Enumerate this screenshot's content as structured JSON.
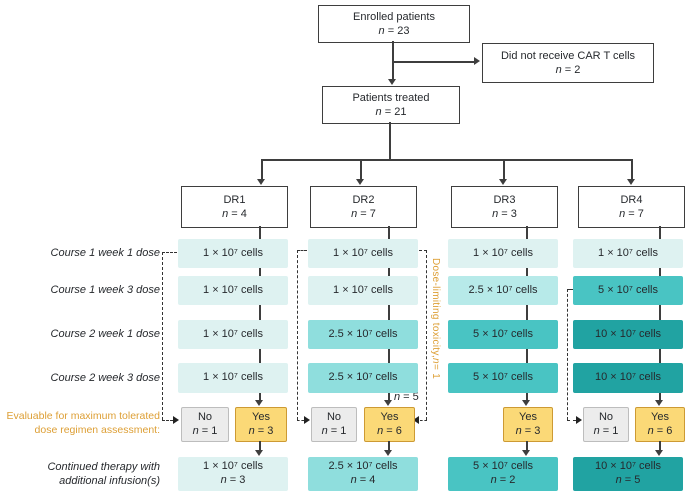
{
  "colors": {
    "teal_1e7": "#def2f1",
    "teal_2_5e7": "#8fdedd",
    "teal_2_5e7_light": "#b7eae9",
    "teal_5e7": "#49c4c3",
    "teal_10e7": "#21a3a2",
    "yes_fill": "#fbd977",
    "yes_border": "#cd9a33",
    "no_fill": "#ececec",
    "no_border": "#bdbdbd",
    "accent_orange": "#dd9f35",
    "line": "#3e3e3e"
  },
  "top": {
    "enrolled": {
      "label": "Enrolled patients",
      "n": "n = 23"
    },
    "not_treated": {
      "label": "Did not receive CAR T cells",
      "n": "n = 2"
    },
    "treated": {
      "label": "Patients treated",
      "n": "n = 21"
    }
  },
  "row_labels": {
    "course1_week1": "Course 1 week 1 dose",
    "course1_week3": "Course 1 week 3 dose",
    "course2_week1": "Course 2 week 1 dose",
    "course2_week3": "Course 2 week 3 dose",
    "eval_line1": "Evaluable for maximum tolerated",
    "eval_line2": "dose regimen assessment:",
    "cont_line1": "Continued therapy with",
    "cont_line2": "additional infusion(s)"
  },
  "annotations": {
    "dose_limiting": "Dose-limiting toxicity, n = 1",
    "n5": "n = 5"
  },
  "columns": [
    {
      "header": {
        "label": "DR1",
        "n": "n = 4"
      },
      "doses": [
        {
          "label": "1 × 10⁷ cells",
          "color": "#def2f1"
        },
        {
          "label": "1 × 10⁷ cells",
          "color": "#def2f1"
        },
        {
          "label": "1 × 10⁷ cells",
          "color": "#def2f1"
        },
        {
          "label": "1 × 10⁷ cells",
          "color": "#def2f1"
        }
      ],
      "eval": {
        "no": {
          "label": "No",
          "n": "n = 1"
        },
        "yes": {
          "label": "Yes",
          "n": "n = 3"
        }
      },
      "continued": {
        "label": "1 × 10⁷ cells",
        "n": "n = 3",
        "color": "#def2f1"
      }
    },
    {
      "header": {
        "label": "DR2",
        "n": "n = 7"
      },
      "doses": [
        {
          "label": "1 × 10⁷ cells",
          "color": "#def2f1"
        },
        {
          "label": "1 × 10⁷ cells",
          "color": "#def2f1"
        },
        {
          "label": "2.5 × 10⁷ cells",
          "color": "#8fdedd"
        },
        {
          "label": "2.5 × 10⁷ cells",
          "color": "#8fdedd"
        }
      ],
      "eval": {
        "no": {
          "label": "No",
          "n": "n = 1"
        },
        "yes": {
          "label": "Yes",
          "n": "n = 6"
        }
      },
      "continued": {
        "label": "2.5 × 10⁷ cells",
        "n": "n = 4",
        "color": "#8fdedd"
      }
    },
    {
      "header": {
        "label": "DR3",
        "n": "n = 3"
      },
      "doses": [
        {
          "label": "1 × 10⁷ cells",
          "color": "#def2f1"
        },
        {
          "label": "2.5 × 10⁷ cells",
          "color": "#b7eae9"
        },
        {
          "label": "5 × 10⁷ cells",
          "color": "#49c4c3"
        },
        {
          "label": "5 × 10⁷ cells",
          "color": "#49c4c3"
        }
      ],
      "eval": {
        "yes": {
          "label": "Yes",
          "n": "n = 3"
        }
      },
      "continued": {
        "label": "5 × 10⁷ cells",
        "n": "n = 2",
        "color": "#49c4c3"
      }
    },
    {
      "header": {
        "label": "DR4",
        "n": "n = 7"
      },
      "doses": [
        {
          "label": "1 × 10⁷ cells",
          "color": "#def2f1"
        },
        {
          "label": "5 × 10⁷ cells",
          "color": "#49c4c3"
        },
        {
          "label": "10 × 10⁷ cells",
          "color": "#21a3a2"
        },
        {
          "label": "10 × 10⁷ cells",
          "color": "#21a3a2"
        }
      ],
      "eval": {
        "no": {
          "label": "No",
          "n": "n = 1"
        },
        "yes": {
          "label": "Yes",
          "n": "n = 6"
        }
      },
      "continued": {
        "label": "10 × 10⁷ cells",
        "n": "n = 5",
        "color": "#21a3a2"
      }
    }
  ]
}
